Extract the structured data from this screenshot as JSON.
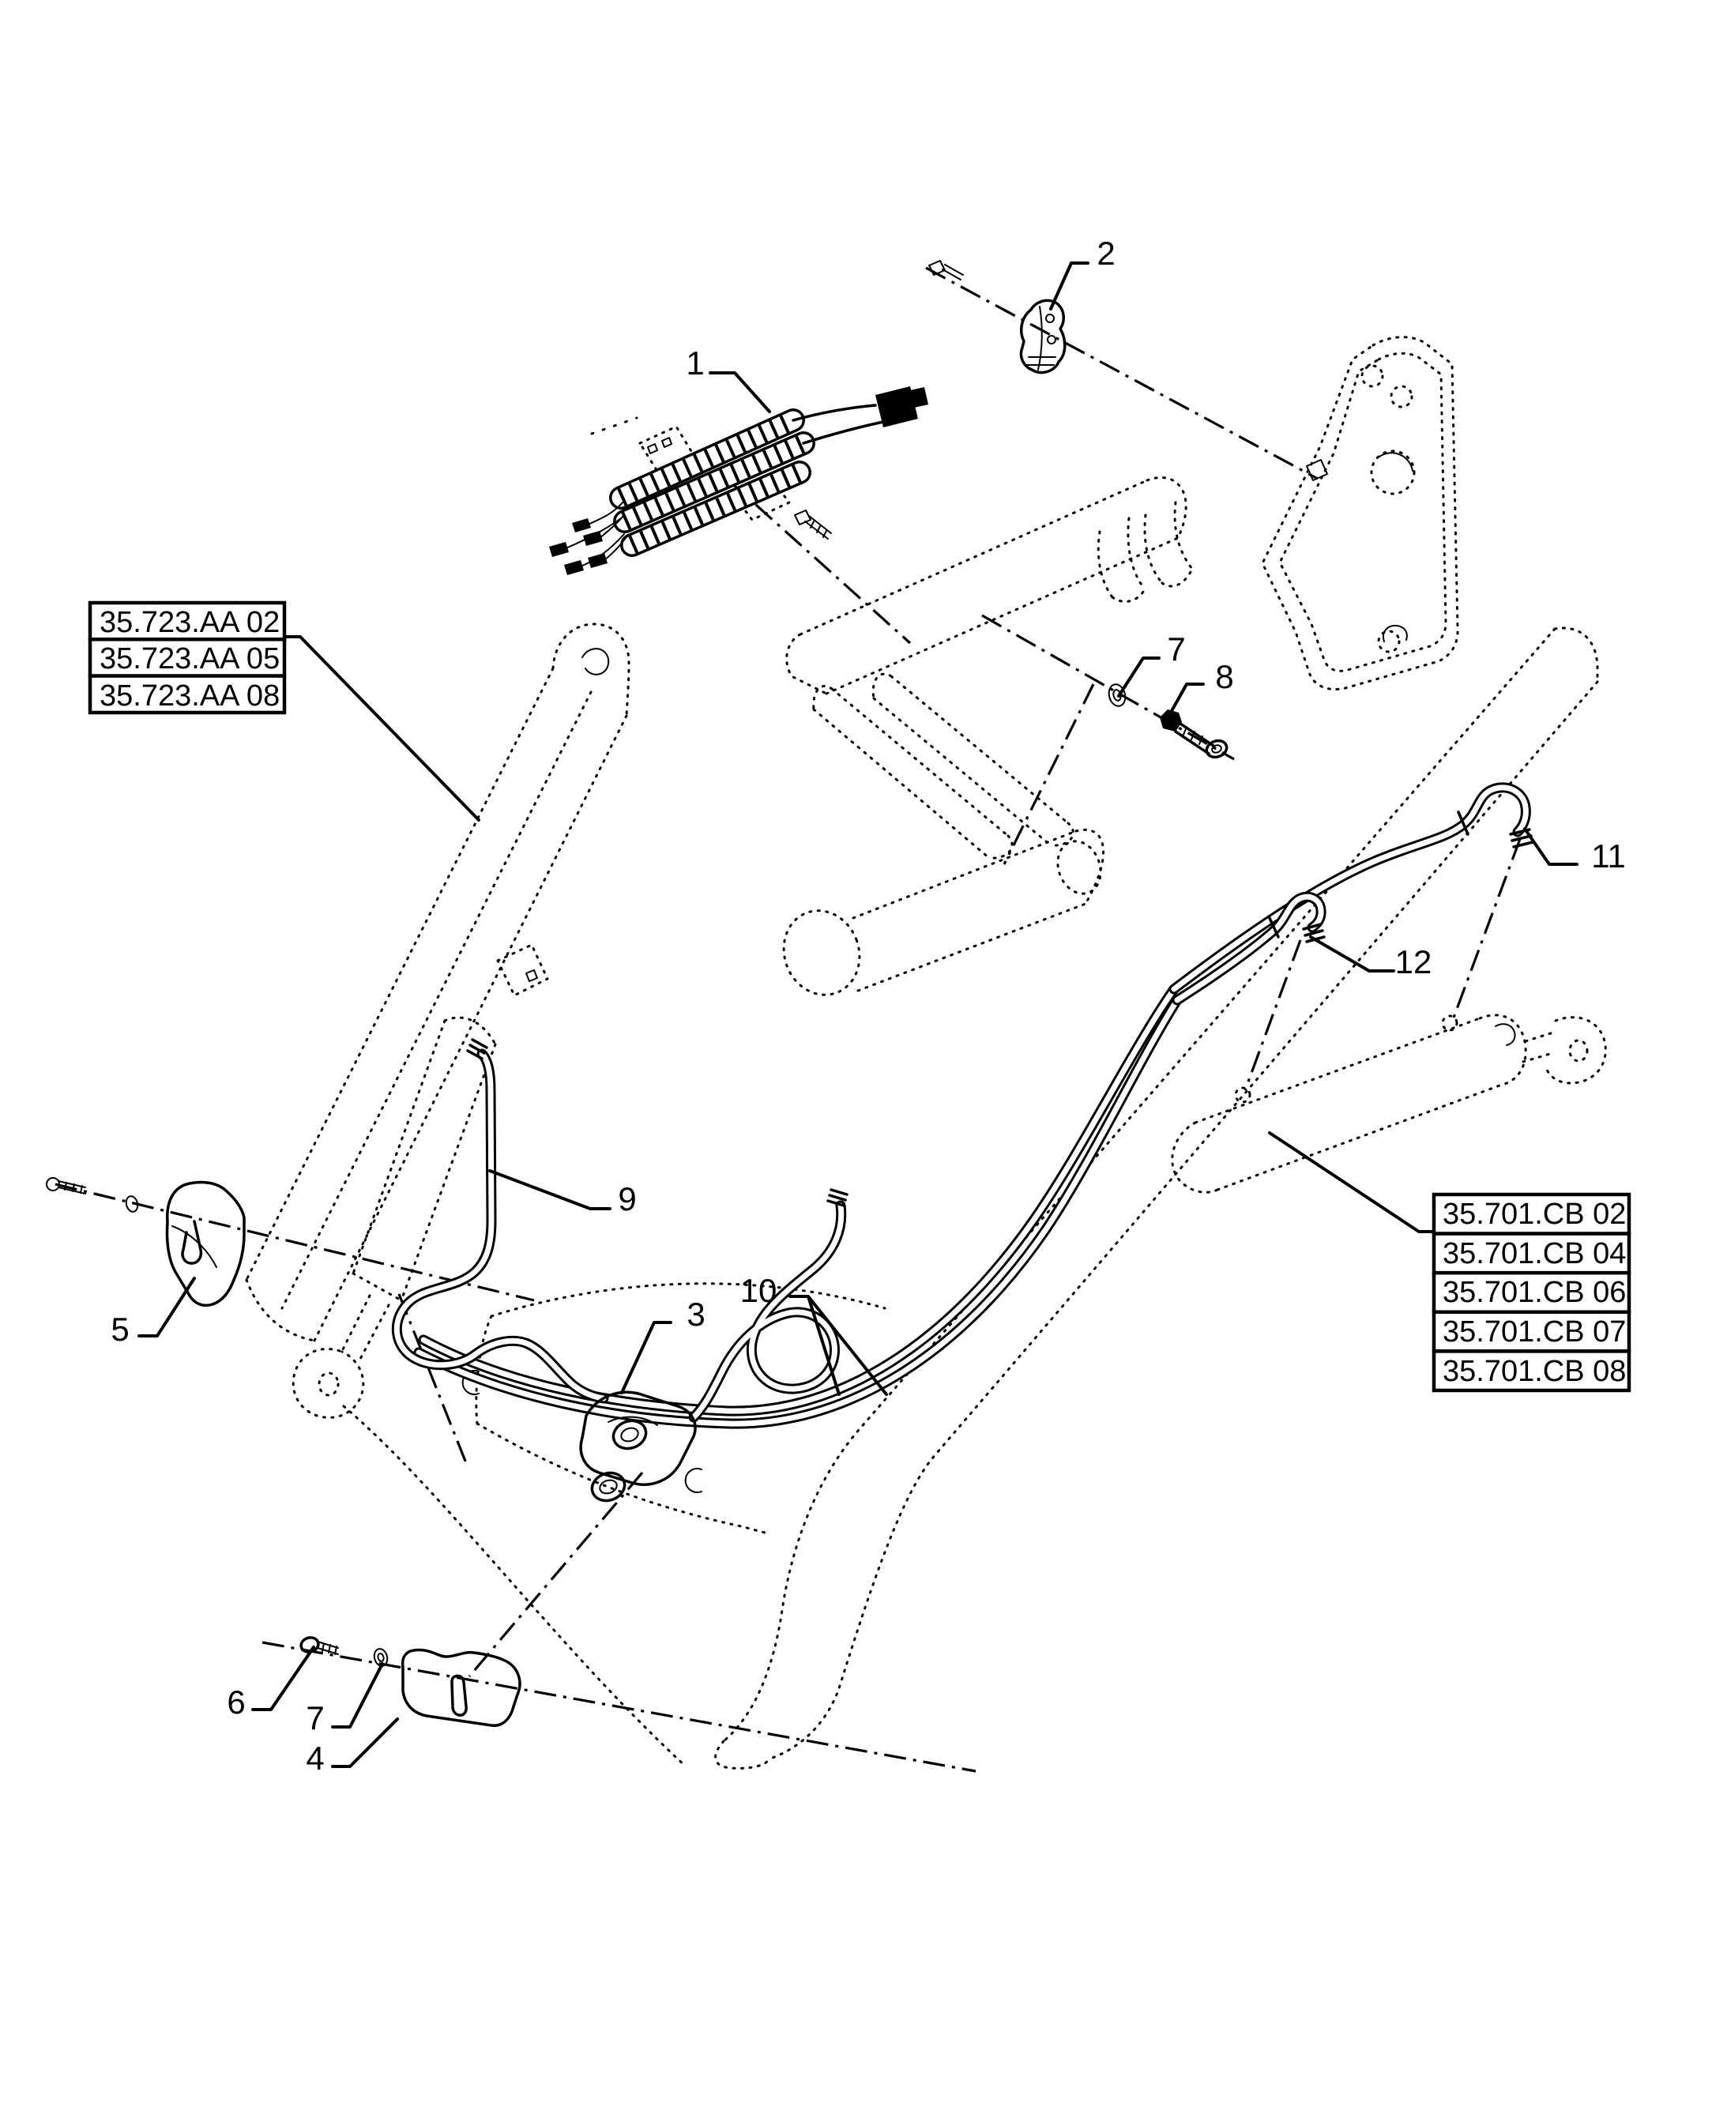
{
  "diagram": {
    "description": "Exploded parts diagram - loader frame hydraulic lines and harness",
    "background_color": "#ffffff",
    "line_color": "#000000",
    "callouts": [
      {
        "id": "1",
        "label": "1"
      },
      {
        "id": "2",
        "label": "2"
      },
      {
        "id": "3",
        "label": "3"
      },
      {
        "id": "4",
        "label": "4"
      },
      {
        "id": "5",
        "label": "5"
      },
      {
        "id": "6",
        "label": "6"
      },
      {
        "id": "7a",
        "label": "7"
      },
      {
        "id": "7b",
        "label": "7"
      },
      {
        "id": "8",
        "label": "8"
      },
      {
        "id": "9",
        "label": "9"
      },
      {
        "id": "10",
        "label": "10"
      },
      {
        "id": "11",
        "label": "11"
      },
      {
        "id": "12",
        "label": "12"
      }
    ],
    "reference_boxes": {
      "left": {
        "items": [
          "35.723.AA 02",
          "35.723.AA 05",
          "35.723.AA 08"
        ]
      },
      "right": {
        "items": [
          "35.701.CB 02",
          "35.701.CB 04",
          "35.701.CB 06",
          "35.701.CB 07",
          "35.701.CB 08"
        ]
      }
    }
  }
}
